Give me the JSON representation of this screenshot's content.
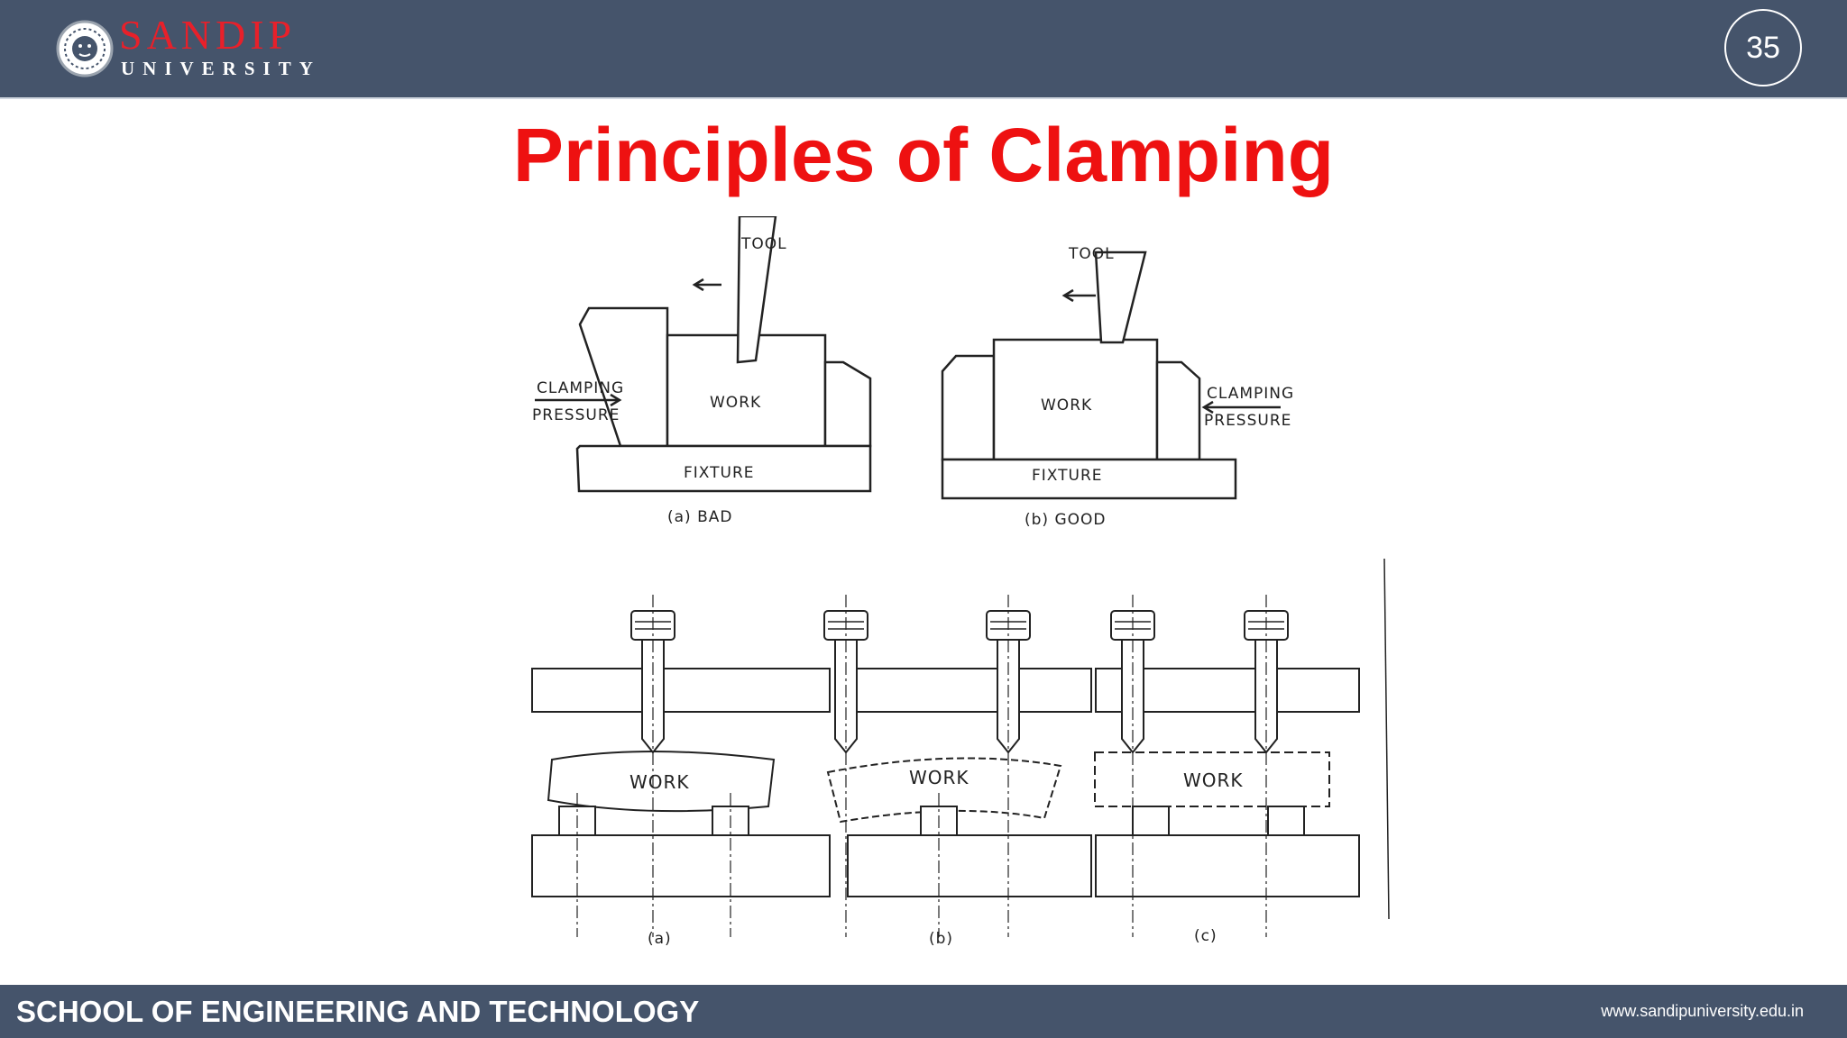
{
  "header": {
    "logo_name": "SANDIP",
    "logo_sub": "UNIVERSITY",
    "page_number": "35"
  },
  "title": "Principles of Clamping",
  "figure_top": {
    "tool_label": "TOOL",
    "clamping_label_line1": "CLAMPING",
    "clamping_label_line2": "PRESSURE",
    "work_label": "WORK",
    "fixture_label": "FIXTURE",
    "caption_a": "(a) BAD",
    "caption_b": "(b) GOOD"
  },
  "figure_bottom": {
    "work_label": "WORK",
    "caption_a": "(a)",
    "caption_b": "(b)",
    "caption_c": "(c)"
  },
  "footer": {
    "school": "SCHOOL OF ENGINEERING AND TECHNOLOGY",
    "website": "www.sandipuniversity.edu.in"
  },
  "colors": {
    "bar": "#45546b",
    "title": "#ee1111",
    "logo_red": "#e8202a"
  }
}
